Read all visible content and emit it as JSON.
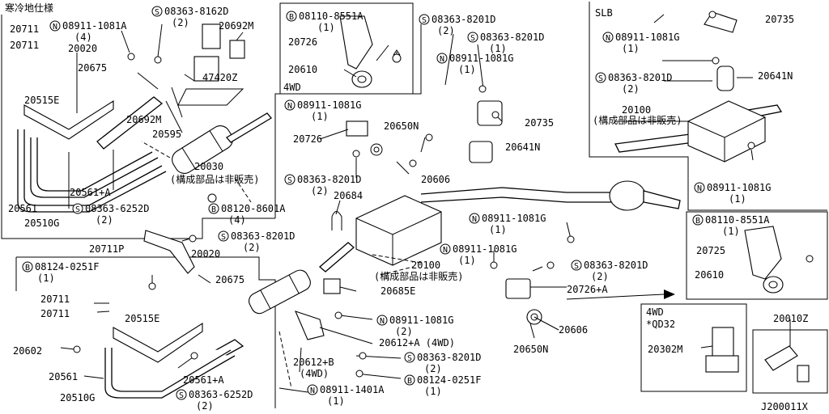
{
  "diagram_code": "J200011X",
  "sections": {
    "cold_region": "寒冷地仕様",
    "slb": "SLB",
    "fwd_top": "4WD",
    "fwd_bottom": "4WD",
    "qd32": "*QD32"
  },
  "callouts": [
    {
      "id": "c01",
      "prefix": "",
      "text": "20711"
    },
    {
      "id": "c02",
      "prefix": "",
      "text": "20711"
    },
    {
      "id": "c03",
      "prefix": "N",
      "text": "08911-1081A"
    },
    {
      "id": "c04",
      "prefix": "",
      "text": "(4)"
    },
    {
      "id": "c05",
      "prefix": "",
      "text": "20020"
    },
    {
      "id": "c06",
      "prefix": "S",
      "text": "08363-8162D"
    },
    {
      "id": "c07",
      "prefix": "",
      "text": "(2)"
    },
    {
      "id": "c08",
      "prefix": "",
      "text": "20692M"
    },
    {
      "id": "c09",
      "prefix": "",
      "text": "20675"
    },
    {
      "id": "c10",
      "prefix": "",
      "text": "47420Z"
    },
    {
      "id": "c11",
      "prefix": "",
      "text": "20515E"
    },
    {
      "id": "c12",
      "prefix": "",
      "text": "20692M"
    },
    {
      "id": "c13",
      "prefix": "",
      "text": "20595"
    },
    {
      "id": "c14",
      "prefix": "",
      "text": "20030"
    },
    {
      "id": "c15",
      "prefix": "",
      "text": "(構成部品は非販売)"
    },
    {
      "id": "c16",
      "prefix": "",
      "text": "20561+A"
    },
    {
      "id": "c17",
      "prefix": "",
      "text": "20561"
    },
    {
      "id": "c18",
      "prefix": "S",
      "text": "08363-6252D"
    },
    {
      "id": "c19",
      "prefix": "",
      "text": "(2)"
    },
    {
      "id": "c20",
      "prefix": "",
      "text": "20510G"
    },
    {
      "id": "c21",
      "prefix": "B",
      "text": "08110-8551A"
    },
    {
      "id": "c22",
      "prefix": "",
      "text": "(1)"
    },
    {
      "id": "c23",
      "prefix": "",
      "text": "20726"
    },
    {
      "id": "c24",
      "prefix": "",
      "text": "20610"
    },
    {
      "id": "c25",
      "prefix": "S",
      "text": "08363-8201D"
    },
    {
      "id": "c26",
      "prefix": "",
      "text": "(2)"
    },
    {
      "id": "c27",
      "prefix": "S",
      "text": "08363-8201D"
    },
    {
      "id": "c28",
      "prefix": "",
      "text": "(1)"
    },
    {
      "id": "c29",
      "prefix": "N",
      "text": "08911-1081G"
    },
    {
      "id": "c30",
      "prefix": "",
      "text": "(1)"
    },
    {
      "id": "c31",
      "prefix": "N",
      "text": "08911-1081G"
    },
    {
      "id": "c32",
      "prefix": "",
      "text": "(1)"
    },
    {
      "id": "c33",
      "prefix": "",
      "text": "20650N"
    },
    {
      "id": "c34",
      "prefix": "",
      "text": "20735"
    },
    {
      "id": "c35",
      "prefix": "",
      "text": "20726"
    },
    {
      "id": "c36",
      "prefix": "",
      "text": "20641N"
    },
    {
      "id": "c37",
      "prefix": "S",
      "text": "08363-8201D"
    },
    {
      "id": "c38",
      "prefix": "",
      "text": "(2)"
    },
    {
      "id": "c39",
      "prefix": "",
      "text": "20606"
    },
    {
      "id": "c40",
      "prefix": "",
      "text": "20684"
    },
    {
      "id": "c41",
      "prefix": "B",
      "text": "08120-8601A"
    },
    {
      "id": "c42",
      "prefix": "",
      "text": "(4)"
    },
    {
      "id": "c43",
      "prefix": "",
      "text": "20735"
    },
    {
      "id": "c44",
      "prefix": "N",
      "text": "08911-1081G"
    },
    {
      "id": "c45",
      "prefix": "",
      "text": "(1)"
    },
    {
      "id": "c46",
      "prefix": "S",
      "text": "08363-8201D"
    },
    {
      "id": "c47",
      "prefix": "",
      "text": "(2)"
    },
    {
      "id": "c48",
      "prefix": "",
      "text": "20641N"
    },
    {
      "id": "c49",
      "prefix": "",
      "text": "20100"
    },
    {
      "id": "c50",
      "prefix": "",
      "text": "(構成部品は非販売)"
    },
    {
      "id": "c51",
      "prefix": "N",
      "text": "08911-1081G"
    },
    {
      "id": "c52",
      "prefix": "",
      "text": "(1)"
    },
    {
      "id": "c53",
      "prefix": "B",
      "text": "08110-8551A"
    },
    {
      "id": "c54",
      "prefix": "",
      "text": "(1)"
    },
    {
      "id": "c55",
      "prefix": "",
      "text": "20725"
    },
    {
      "id": "c56",
      "prefix": "",
      "text": "20610"
    },
    {
      "id": "c57",
      "prefix": "",
      "text": "20711P"
    },
    {
      "id": "c58",
      "prefix": "S",
      "text": "08363-8201D"
    },
    {
      "id": "c59",
      "prefix": "",
      "text": "(2)"
    },
    {
      "id": "c60",
      "prefix": "",
      "text": "20020"
    },
    {
      "id": "c61",
      "prefix": "B",
      "text": "08124-0251F"
    },
    {
      "id": "c62",
      "prefix": "",
      "text": "(1)"
    },
    {
      "id": "c63",
      "prefix": "",
      "text": "20675"
    },
    {
      "id": "c64",
      "prefix": "",
      "text": "20711"
    },
    {
      "id": "c65",
      "prefix": "",
      "text": "20711"
    },
    {
      "id": "c66",
      "prefix": "",
      "text": "20515E"
    },
    {
      "id": "c67",
      "prefix": "",
      "text": "20602"
    },
    {
      "id": "c68",
      "prefix": "",
      "text": "20561"
    },
    {
      "id": "c69",
      "prefix": "",
      "text": "20561+A"
    },
    {
      "id": "c70",
      "prefix": "",
      "text": "20510G"
    },
    {
      "id": "c71",
      "prefix": "S",
      "text": "08363-6252D"
    },
    {
      "id": "c72",
      "prefix": "",
      "text": "(2)"
    },
    {
      "id": "c73",
      "prefix": "N",
      "text": "08911-1081G"
    },
    {
      "id": "c74",
      "prefix": "",
      "text": "(1)"
    },
    {
      "id": "c75",
      "prefix": "N",
      "text": "08911-1081G"
    },
    {
      "id": "c76",
      "prefix": "",
      "text": "(1)"
    },
    {
      "id": "c77",
      "prefix": "S",
      "text": "08363-8201D"
    },
    {
      "id": "c78",
      "prefix": "",
      "text": "(2)"
    },
    {
      "id": "c79",
      "prefix": "",
      "text": "20100"
    },
    {
      "id": "c80",
      "prefix": "",
      "text": "(構成部品は非販売)"
    },
    {
      "id": "c81",
      "prefix": "",
      "text": "20685E"
    },
    {
      "id": "c82",
      "prefix": "",
      "text": "20726+A"
    },
    {
      "id": "c83",
      "prefix": "N",
      "text": "08911-1081G"
    },
    {
      "id": "c84",
      "prefix": "",
      "text": "(2)"
    },
    {
      "id": "c85",
      "prefix": "",
      "text": "20612+A (4WD)"
    },
    {
      "id": "c86",
      "prefix": "",
      "text": "20606"
    },
    {
      "id": "c87",
      "prefix": "",
      "text": "20650N"
    },
    {
      "id": "c88",
      "prefix": "",
      "text": "20612+B"
    },
    {
      "id": "c89",
      "prefix": "",
      "text": "(4WD)"
    },
    {
      "id": "c90",
      "prefix": "S",
      "text": "08363-8201D"
    },
    {
      "id": "c91",
      "prefix": "",
      "text": "(2)"
    },
    {
      "id": "c92",
      "prefix": "B",
      "text": "08124-0251F"
    },
    {
      "id": "c93",
      "prefix": "",
      "text": "(1)"
    },
    {
      "id": "c94",
      "prefix": "N",
      "text": "08911-1401A"
    },
    {
      "id": "c95",
      "prefix": "",
      "text": "(1)"
    },
    {
      "id": "c96",
      "prefix": "",
      "text": "20302M"
    },
    {
      "id": "c97",
      "prefix": "",
      "text": "20010Z"
    }
  ]
}
